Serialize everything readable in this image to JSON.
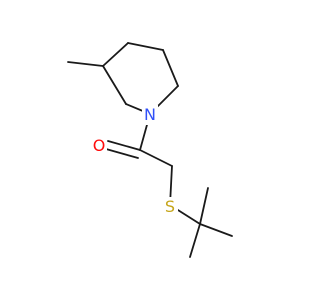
{
  "molecule": {
    "atoms": [
      {
        "id": "O",
        "symbol": "O",
        "color": "#ff0d0d"
      },
      {
        "id": "N",
        "symbol": "N",
        "color": "#3050f8"
      },
      {
        "id": "S",
        "symbol": "S",
        "color": "#c6a61b"
      }
    ],
    "bond_color": "#1a1a1a"
  }
}
